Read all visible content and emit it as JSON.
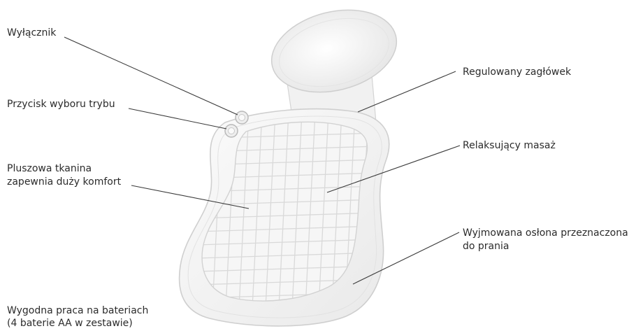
{
  "labels": {
    "switch": "Wyłącznik",
    "mode_button": "Przycisk wyboru trybu",
    "plush_line1": "Pluszowa tkanina",
    "plush_line2": "zapewnia duży komfort",
    "battery_line1": "Wygodna praca na bateriach",
    "battery_line2": "(4 baterie AA w zestawie)",
    "headrest": "Regulowany zagłówek",
    "massage": "Relaksujący masaż",
    "cover_line1": "Wyjmowana osłona przeznaczona",
    "cover_line2": "do prania"
  },
  "colors": {
    "leader_line": "#3a3a3a",
    "cushion_fill": "#f3f3f3",
    "cushion_edge": "#d6d6d6",
    "quilt_line": "#dedede"
  }
}
